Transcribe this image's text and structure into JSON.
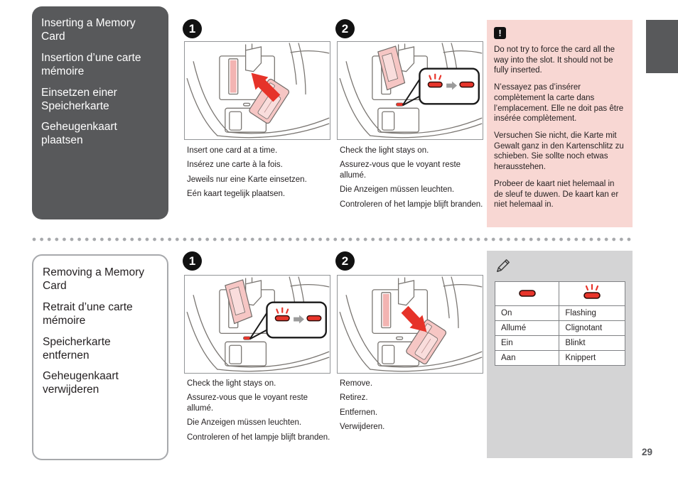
{
  "page": {
    "number": "29"
  },
  "colors": {
    "panel_dark": "#58595b",
    "warning_pink": "#f8d7d3",
    "note_gray": "#d4d4d5",
    "led_red": "#e8352b",
    "arrow_red": "#e63329"
  },
  "insert_section": {
    "title_lines": [
      "Inserting a Memory Card",
      "Insertion d’une carte mémoire",
      "Einsetzen einer Speicherkarte",
      "Geheugenkaart plaatsen"
    ],
    "steps": [
      {
        "number": "1",
        "illustration": "insert-card-illustration",
        "captions": [
          "Insert one card at a time.",
          "Insérez une carte à la fois.",
          "Jeweils nur eine Karte einsetzen.",
          "Eén kaart tegelijk plaatsen."
        ]
      },
      {
        "number": "2",
        "illustration": "light-check-illustration",
        "captions": [
          "Check the light stays on.",
          "Assurez-vous que le voyant reste allumé.",
          "Die Anzeigen müssen leuchten.",
          "Controleren of het lampje blijft branden."
        ]
      }
    ]
  },
  "warning": {
    "icon": "exclamation-icon",
    "paragraphs": [
      "Do not try to force the card all the way into the slot. It should not be fully inserted.",
      "N’essayez pas d’insérer complètement la carte dans l’emplacement. Elle ne doit pas être insérée complètement.",
      "Versuchen Sie nicht, die Karte mit Gewalt ganz in den Kartenschlitz zu schieben. Sie sollte noch etwas herausstehen.",
      "Probeer de kaart niet helemaal in de sleuf te duwen. De kaart kan er niet helemaal in."
    ]
  },
  "remove_section": {
    "title_lines": [
      "Removing a Memory Card",
      "Retrait d’une carte mémoire",
      "Speicherkarte entfernen",
      "Geheugenkaart verwijderen"
    ],
    "steps": [
      {
        "number": "1",
        "illustration": "light-check-illustration",
        "captions": [
          "Check the light stays on.",
          "Assurez-vous que le voyant reste allumé.",
          "Die Anzeigen müssen leuchten.",
          "Controleren of het lampje blijft branden."
        ]
      },
      {
        "number": "2",
        "illustration": "remove-card-illustration",
        "captions": [
          "Remove.",
          "Retirez.",
          "Entfernen.",
          "Verwijderen."
        ]
      }
    ]
  },
  "note": {
    "icon": "pencil-icon",
    "table": {
      "header_icons": [
        "led-on-icon",
        "led-flashing-icon"
      ],
      "rows": [
        [
          "On",
          "Flashing"
        ],
        [
          "Allumé",
          "Clignotant"
        ],
        [
          "Ein",
          "Blinkt"
        ],
        [
          "Aan",
          "Knippert"
        ]
      ]
    }
  }
}
